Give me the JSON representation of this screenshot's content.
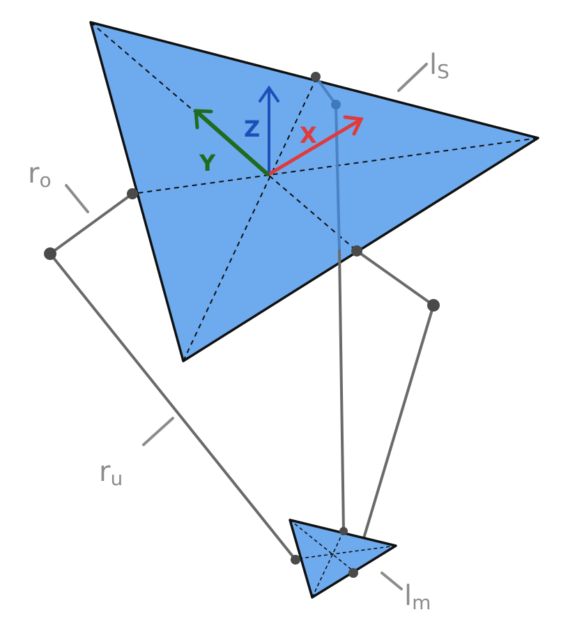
{
  "colors": {
    "plate_fill": "#6eaaee",
    "plate_edge": "#111111",
    "leg_line": "#6a6a6a",
    "joint": "#4a4a4a",
    "label_gray": "#8c8c8c",
    "axis_x": "#e03a3a",
    "axis_y": "#1f6b1f",
    "axis_z": "#1d4fb8"
  },
  "axes": {
    "x": "X",
    "y": "Y",
    "z": "Z"
  },
  "labels": {
    "ls": {
      "main": "l",
      "sub": "S"
    },
    "lm": {
      "main": "l",
      "sub": "m"
    },
    "ro": {
      "main": "r",
      "sub": "o"
    },
    "ru": {
      "main": "r",
      "sub": "u"
    }
  }
}
